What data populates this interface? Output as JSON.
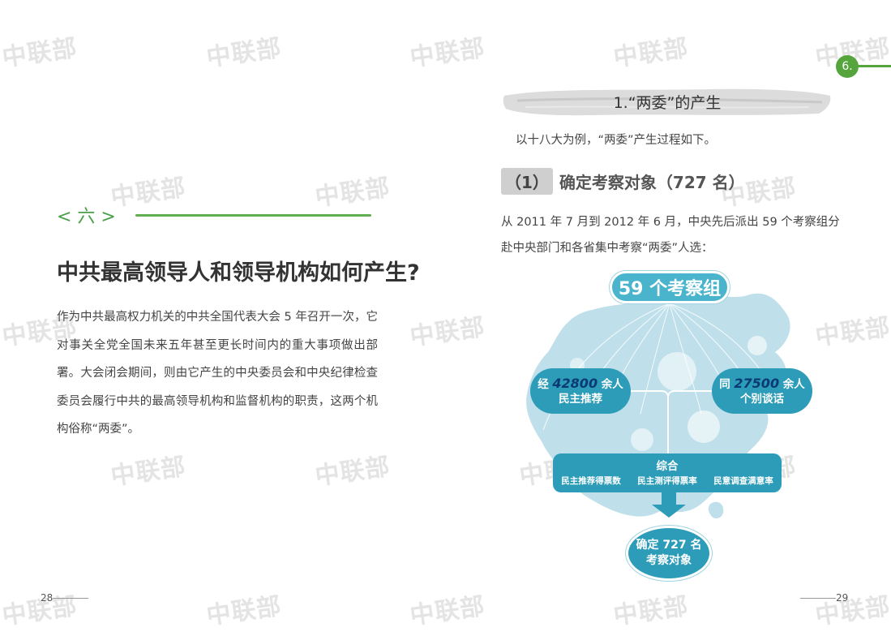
{
  "watermark": "中联部",
  "left_page": {
    "chapter_label": "< 六 >",
    "title": "中共最高领导人和领导机构如何产生?",
    "body": "作为中共最高权力机关的中共全国代表大会 5 年召开一次，它对事关全党全国未来五年甚至更长时间内的重大事项做出部署。大会闭会期间，则由它产生的中央委员会和中央纪律检查委员会履行中共的最高领导机构和监督机构的职责，这两个机构俗称“两委”。",
    "page_number": "28"
  },
  "right_page": {
    "tab_number": "6.",
    "section_title": "1.“两委”的产生",
    "intro": "以十八大为例，“两委”产生过程如下。",
    "subheading_number": "（1）",
    "subheading_text": "确定考察对象（727 名）",
    "body": "从 2011 年 7 月到 2012 年 6 月，中央先后派出 59 个考察组分赴中央部门和各省集中考察“两委”人选：",
    "page_number": "29",
    "diagram": {
      "top_label": "59 个考察组",
      "left_bubble": {
        "prefix": "经 ",
        "number": "42800",
        "suffix": " 余人",
        "line2": "民主推荐"
      },
      "right_bubble": {
        "prefix": "同 ",
        "number": "27500",
        "suffix": " 余人",
        "line2": "个别谈话"
      },
      "combined_title": "综合",
      "combined_items": [
        "民主推荐得票数",
        "民主测评得票率",
        "民意调查满意率"
      ],
      "result_line1": "确定 727 名",
      "result_line2": "考察对象",
      "colors": {
        "map": "#bfe0ea",
        "bubble": "#2c9cb8",
        "pill": "#4ab4cc",
        "arrow": "#2c9cb8",
        "number": "#0a3a74"
      }
    }
  },
  "colors": {
    "accent_green": "#5fae4f",
    "watermark": "#e4e4e4"
  }
}
